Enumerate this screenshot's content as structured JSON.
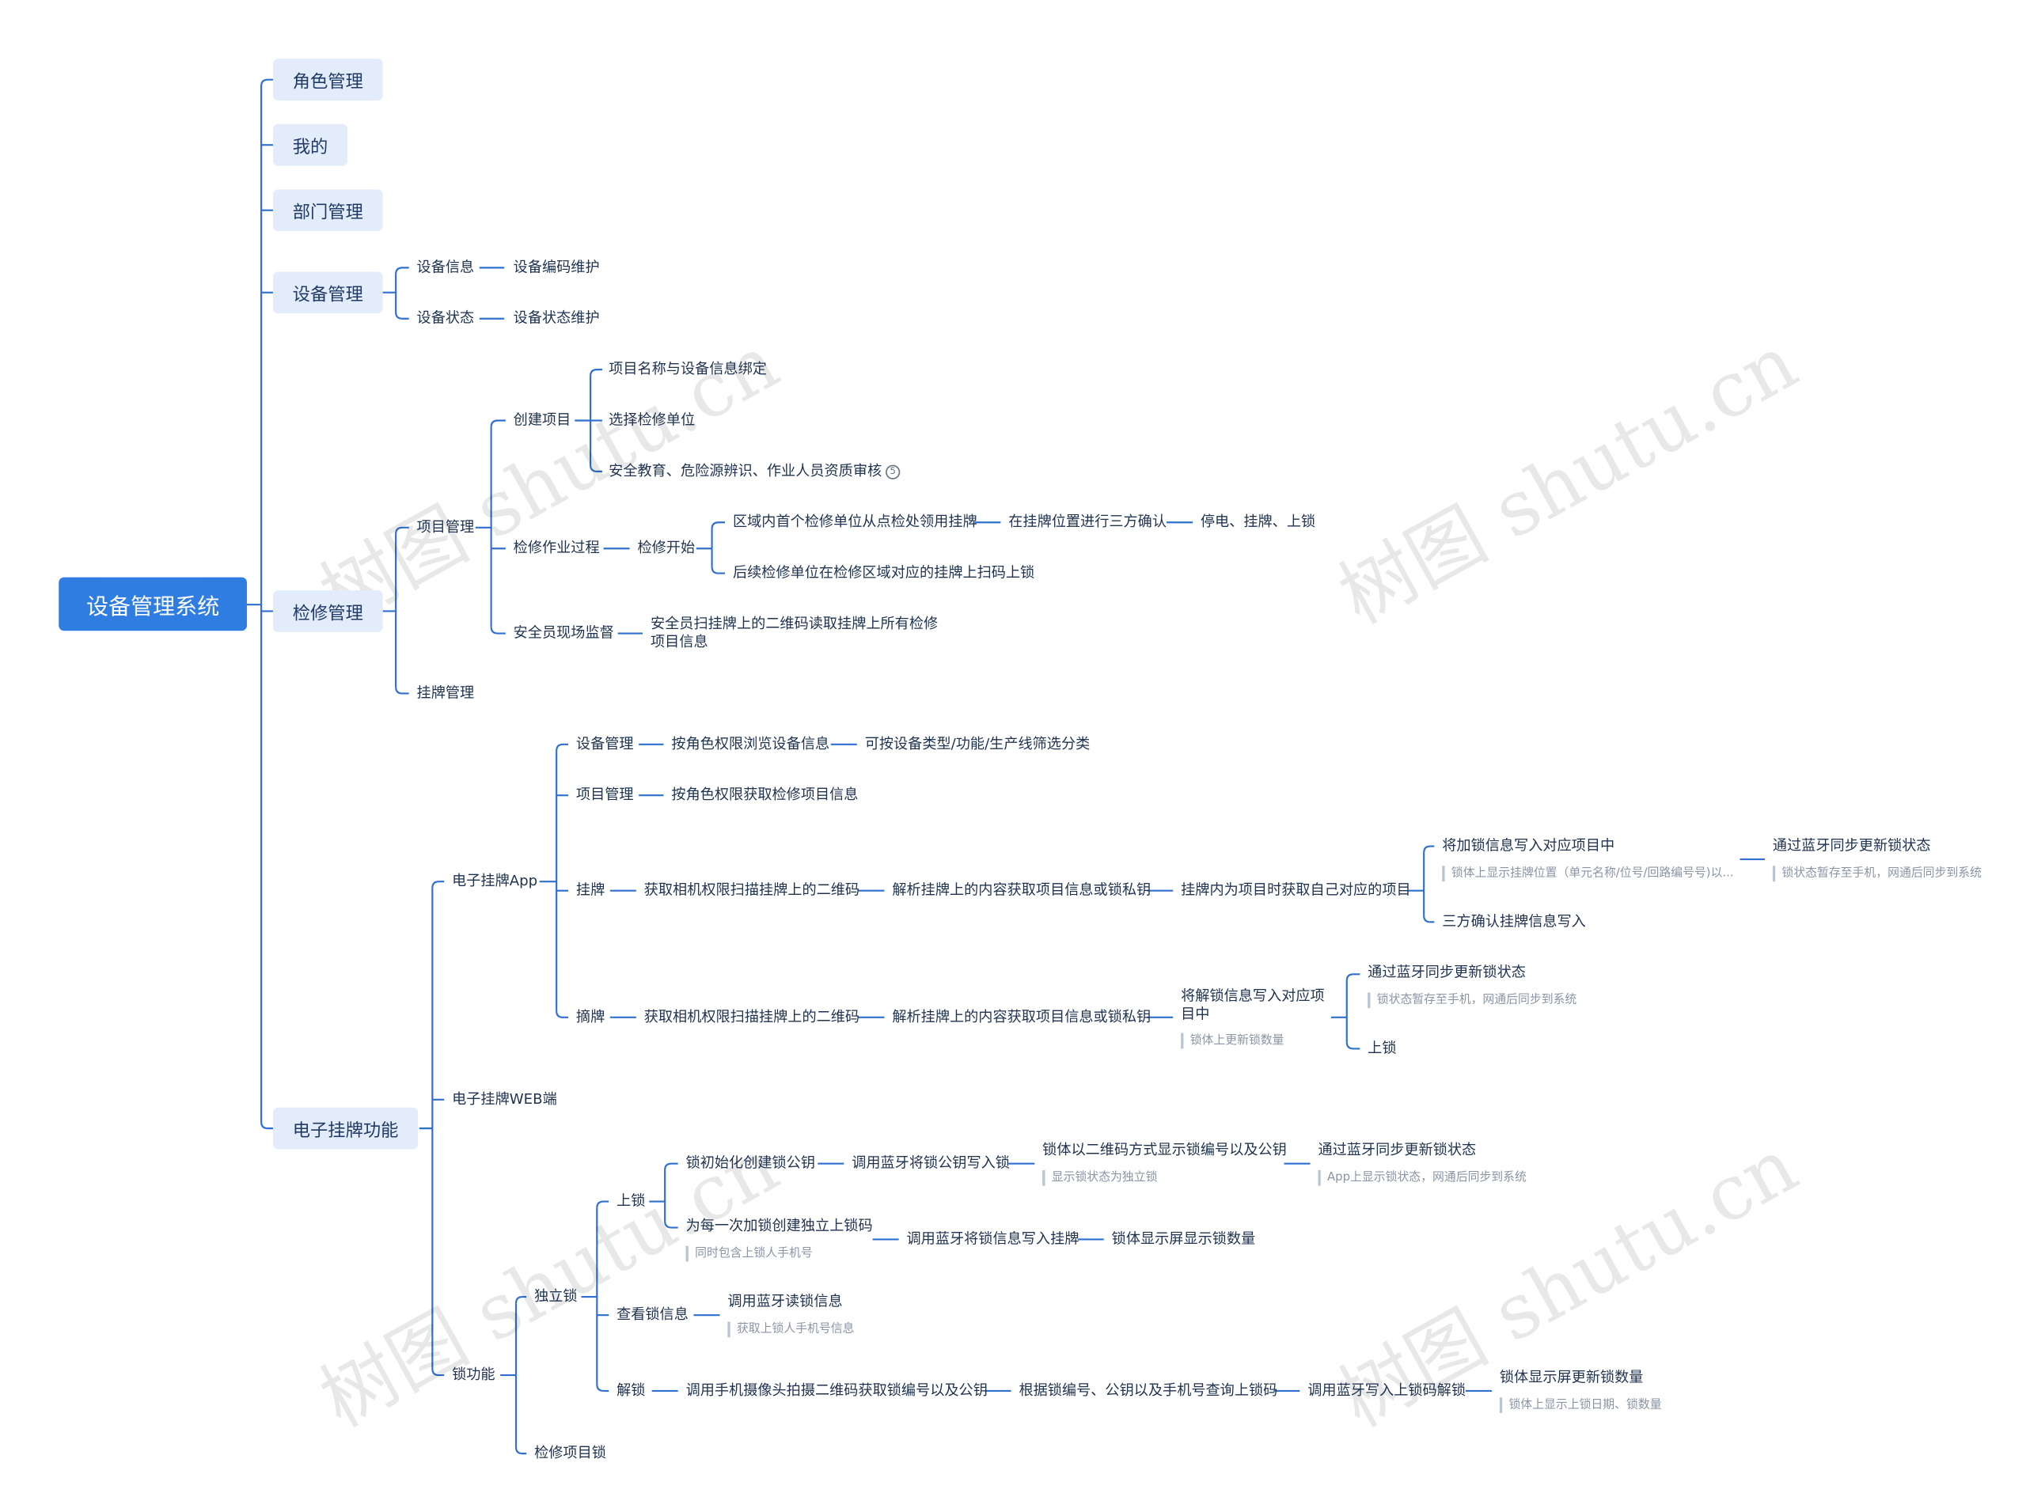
{
  "watermark": "树图 shutu.cn",
  "root": "设备管理系统",
  "level1": {
    "role": "角色管理",
    "mine": "我的",
    "dept": "部门管理",
    "device": "设备管理",
    "repair": "检修管理",
    "tag": "电子挂牌功能"
  },
  "device": {
    "info": "设备信息",
    "info_child": "设备编码维护",
    "state": "设备状态",
    "state_child": "设备状态维护"
  },
  "repair": {
    "project_mgmt": "项目管理",
    "create_project": "创建项目",
    "create_children": [
      "项目名称与设备信息绑定",
      "选择检修单位",
      "安全教育、危险源辨识、作业人员资质审核"
    ],
    "badge": "5",
    "process": "检修作业过程",
    "start": "检修开始",
    "first_unit": "区域内首个检修单位从点检处领用挂牌",
    "confirm": "在挂牌位置进行三方确认",
    "power_off": "停电、挂牌、上锁",
    "later_units": "后续检修单位在检修区域对应的挂牌上扫码上锁",
    "safety": "安全员现场监督",
    "safety_child_l1": "安全员扫挂牌上的二维码读取挂牌上所有检修",
    "safety_child_l2": "项目信息",
    "tag_mgmt": "挂牌管理"
  },
  "etag": {
    "app": "电子挂牌App",
    "app_device": "设备管理",
    "app_device_c1": "按角色权限浏览设备信息",
    "app_device_c2": "可按设备类型/功能/生产线筛选分类",
    "app_project": "项目管理",
    "app_project_c1": "按角色权限获取检修项目信息",
    "hang": "挂牌",
    "hang_c1": "获取相机权限扫描挂牌上的二维码",
    "hang_c2": "解析挂牌上的内容获取项目信息或锁私钥",
    "hang_c3": "挂牌内为项目时获取自己对应的项目",
    "hang_c4": "将加锁信息写入对应项目中",
    "hang_c4_note": "锁体上显示挂牌位置（单元名称/位号/回路编号号)以...",
    "hang_c5": "通过蓝牙同步更新锁状态",
    "hang_c5_note": "锁状态暂存至手机，网通后同步到系统",
    "hang_c6": "三方确认挂牌信息写入",
    "pick": "摘牌",
    "pick_c1": "获取相机权限扫描挂牌上的二维码",
    "pick_c2": "解析挂牌上的内容获取项目信息或锁私钥",
    "pick_c3_l1": "将解锁信息写入对应项",
    "pick_c3_l2": "目中",
    "pick_c3_note": "锁体上更新锁数量",
    "pick_c4": "通过蓝牙同步更新锁状态",
    "pick_c4_note": "锁状态暂存至手机，网通后同步到系统",
    "pick_c5": "上锁",
    "web": "电子挂牌WEB端",
    "lock_fn": "锁功能",
    "indep": "独立锁",
    "lock": "上锁",
    "lock_init": "锁初始化创建锁公钥",
    "lock_init_c1": "调用蓝牙将锁公钥写入锁",
    "lock_init_c2": "锁体以二维码方式显示锁编号以及公钥",
    "lock_init_c2_note": "显示锁状态为独立锁",
    "lock_init_c3": "通过蓝牙同步更新锁状态",
    "lock_init_c3_note": "App上显示锁状态，网通后同步到系统",
    "lock_each": "为每一次加锁创建独立上锁码",
    "lock_each_note": "同时包含上锁人手机号",
    "lock_each_c1": "调用蓝牙将锁信息写入挂牌",
    "lock_each_c2": "锁体显示屏显示锁数量",
    "view": "查看锁信息",
    "view_c1": "调用蓝牙读锁信息",
    "view_c1_note": "获取上锁人手机号信息",
    "unlock": "解锁",
    "unlock_c1": "调用手机摄像头拍摄二维码获取锁编号以及公钥",
    "unlock_c2": "根据锁编号、公钥以及手机号查询上锁码",
    "unlock_c3": "调用蓝牙写入上锁码解锁",
    "unlock_c4": "锁体显示屏更新锁数量",
    "unlock_c4_note": "锁体上显示上锁日期、锁数量",
    "repair_lock": "检修项目锁"
  }
}
